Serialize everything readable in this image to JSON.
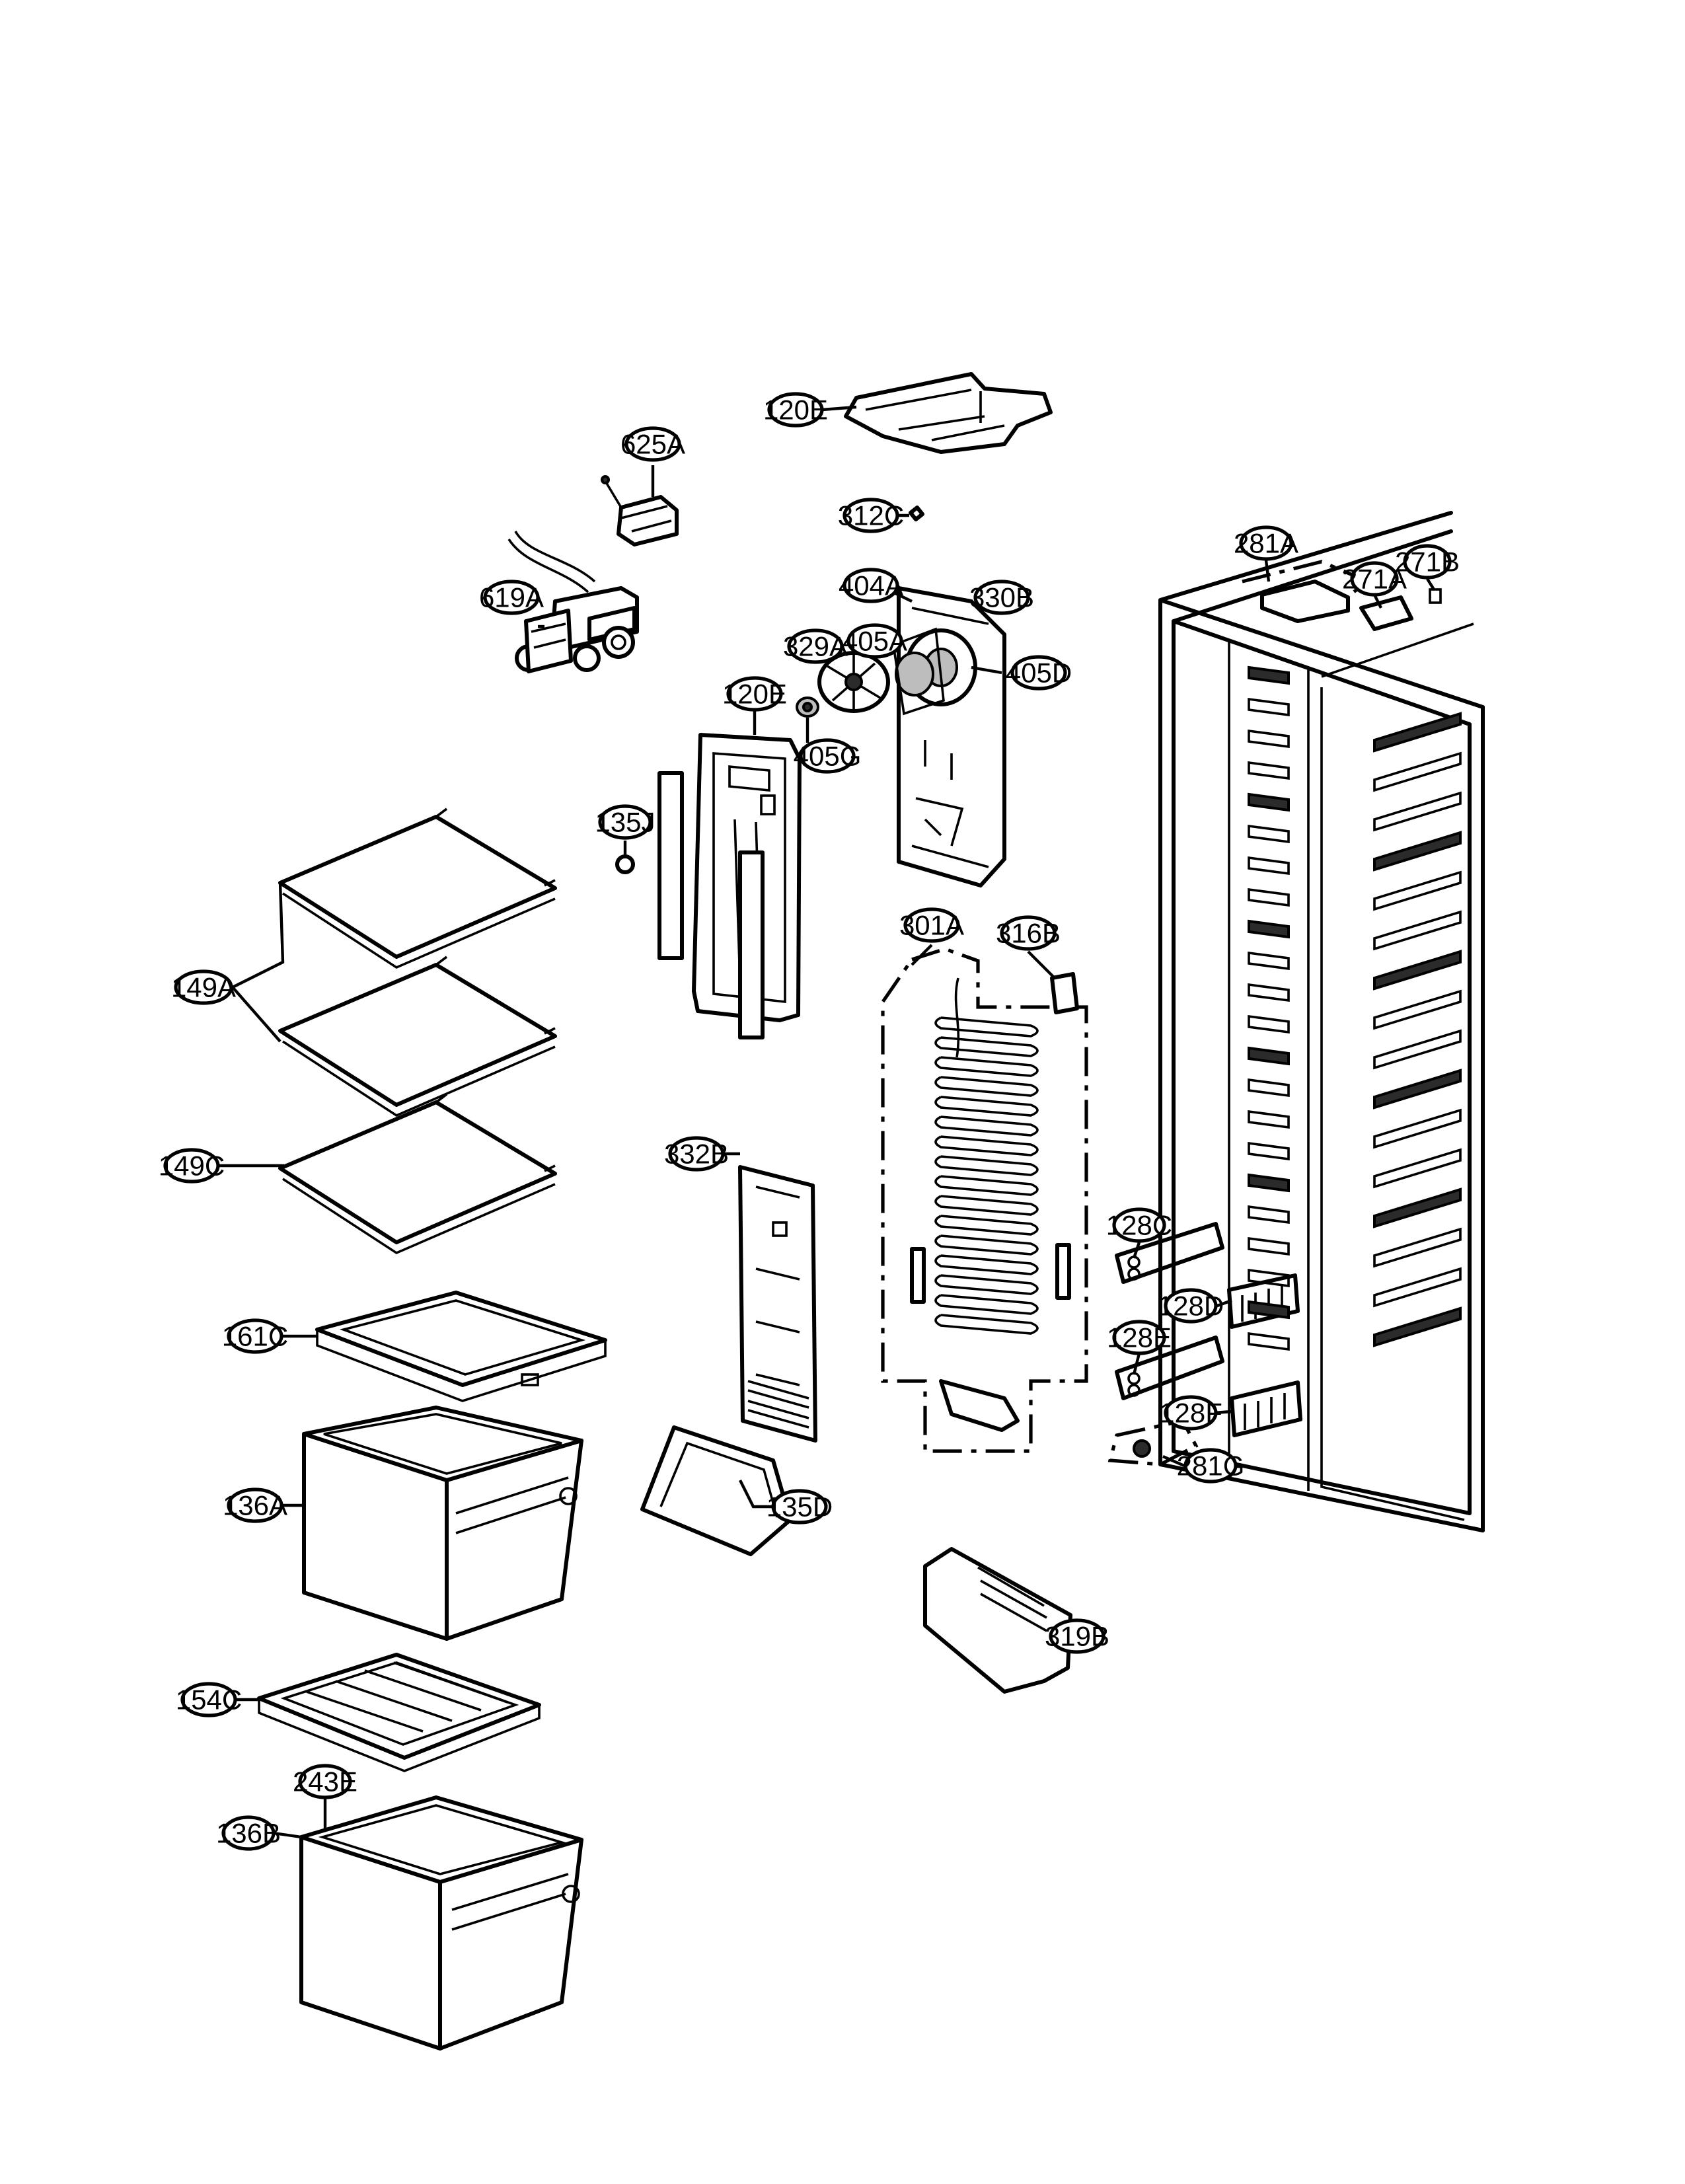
{
  "diagram": {
    "labels": {
      "p120E_top": "120E",
      "p625A": "625A",
      "p312C": "312C",
      "p619A": "619A",
      "p404A": "404A",
      "p330B": "330B",
      "p405A": "405A",
      "p329A": "329A",
      "p405D": "405D",
      "p120E_mid": "120E",
      "p405G": "405G",
      "p135J": "135J",
      "p149A": "149A",
      "p301A": "301A",
      "p316B": "316B",
      "p332B": "332B",
      "p149C": "149C",
      "p161C": "161C",
      "p135D": "135D",
      "p136A": "136A",
      "p319B": "319B",
      "p154C": "154C",
      "p243E": "243E",
      "p136B": "136B",
      "p281A": "281A",
      "p271A": "271A",
      "p271B": "271B",
      "p128C": "128C",
      "p128D": "128D",
      "p128E": "128E",
      "p128F": "128F",
      "p281G": "281G"
    }
  }
}
